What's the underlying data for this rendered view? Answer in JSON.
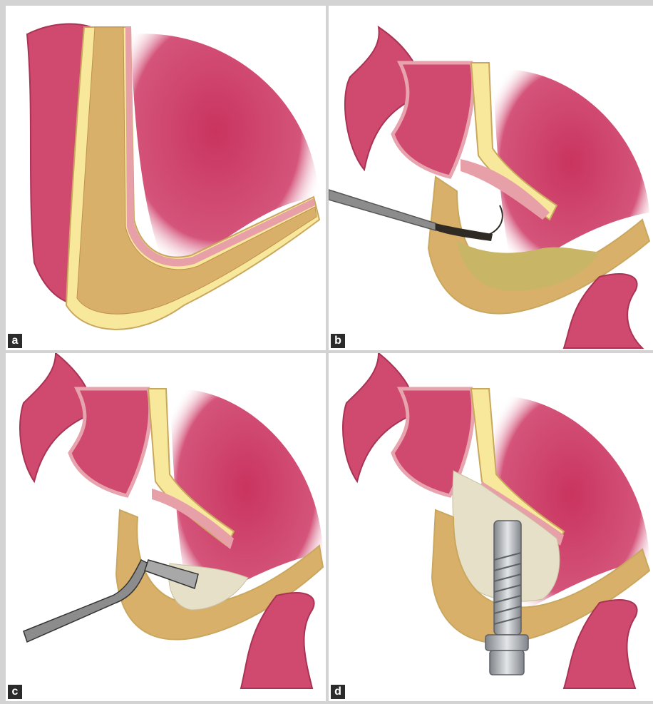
{
  "panels": [
    {
      "label": "a"
    },
    {
      "label": "b"
    },
    {
      "label": "c"
    },
    {
      "label": "d"
    }
  ],
  "colors": {
    "frame": "#d3d3d3",
    "soft_tissue": "#cf4a6e",
    "soft_tissue_light": "#e7a3ae",
    "cortical_bone": "#f7e89c",
    "cancellous_bone": "#d9b06a",
    "membrane": "#e8a0a8",
    "graft": "#e6e0c8",
    "fluid": "#c8b565",
    "instrument": "#8c8c8c",
    "implant": "#b9bcbf",
    "label_bg": "#2b2b2b"
  }
}
